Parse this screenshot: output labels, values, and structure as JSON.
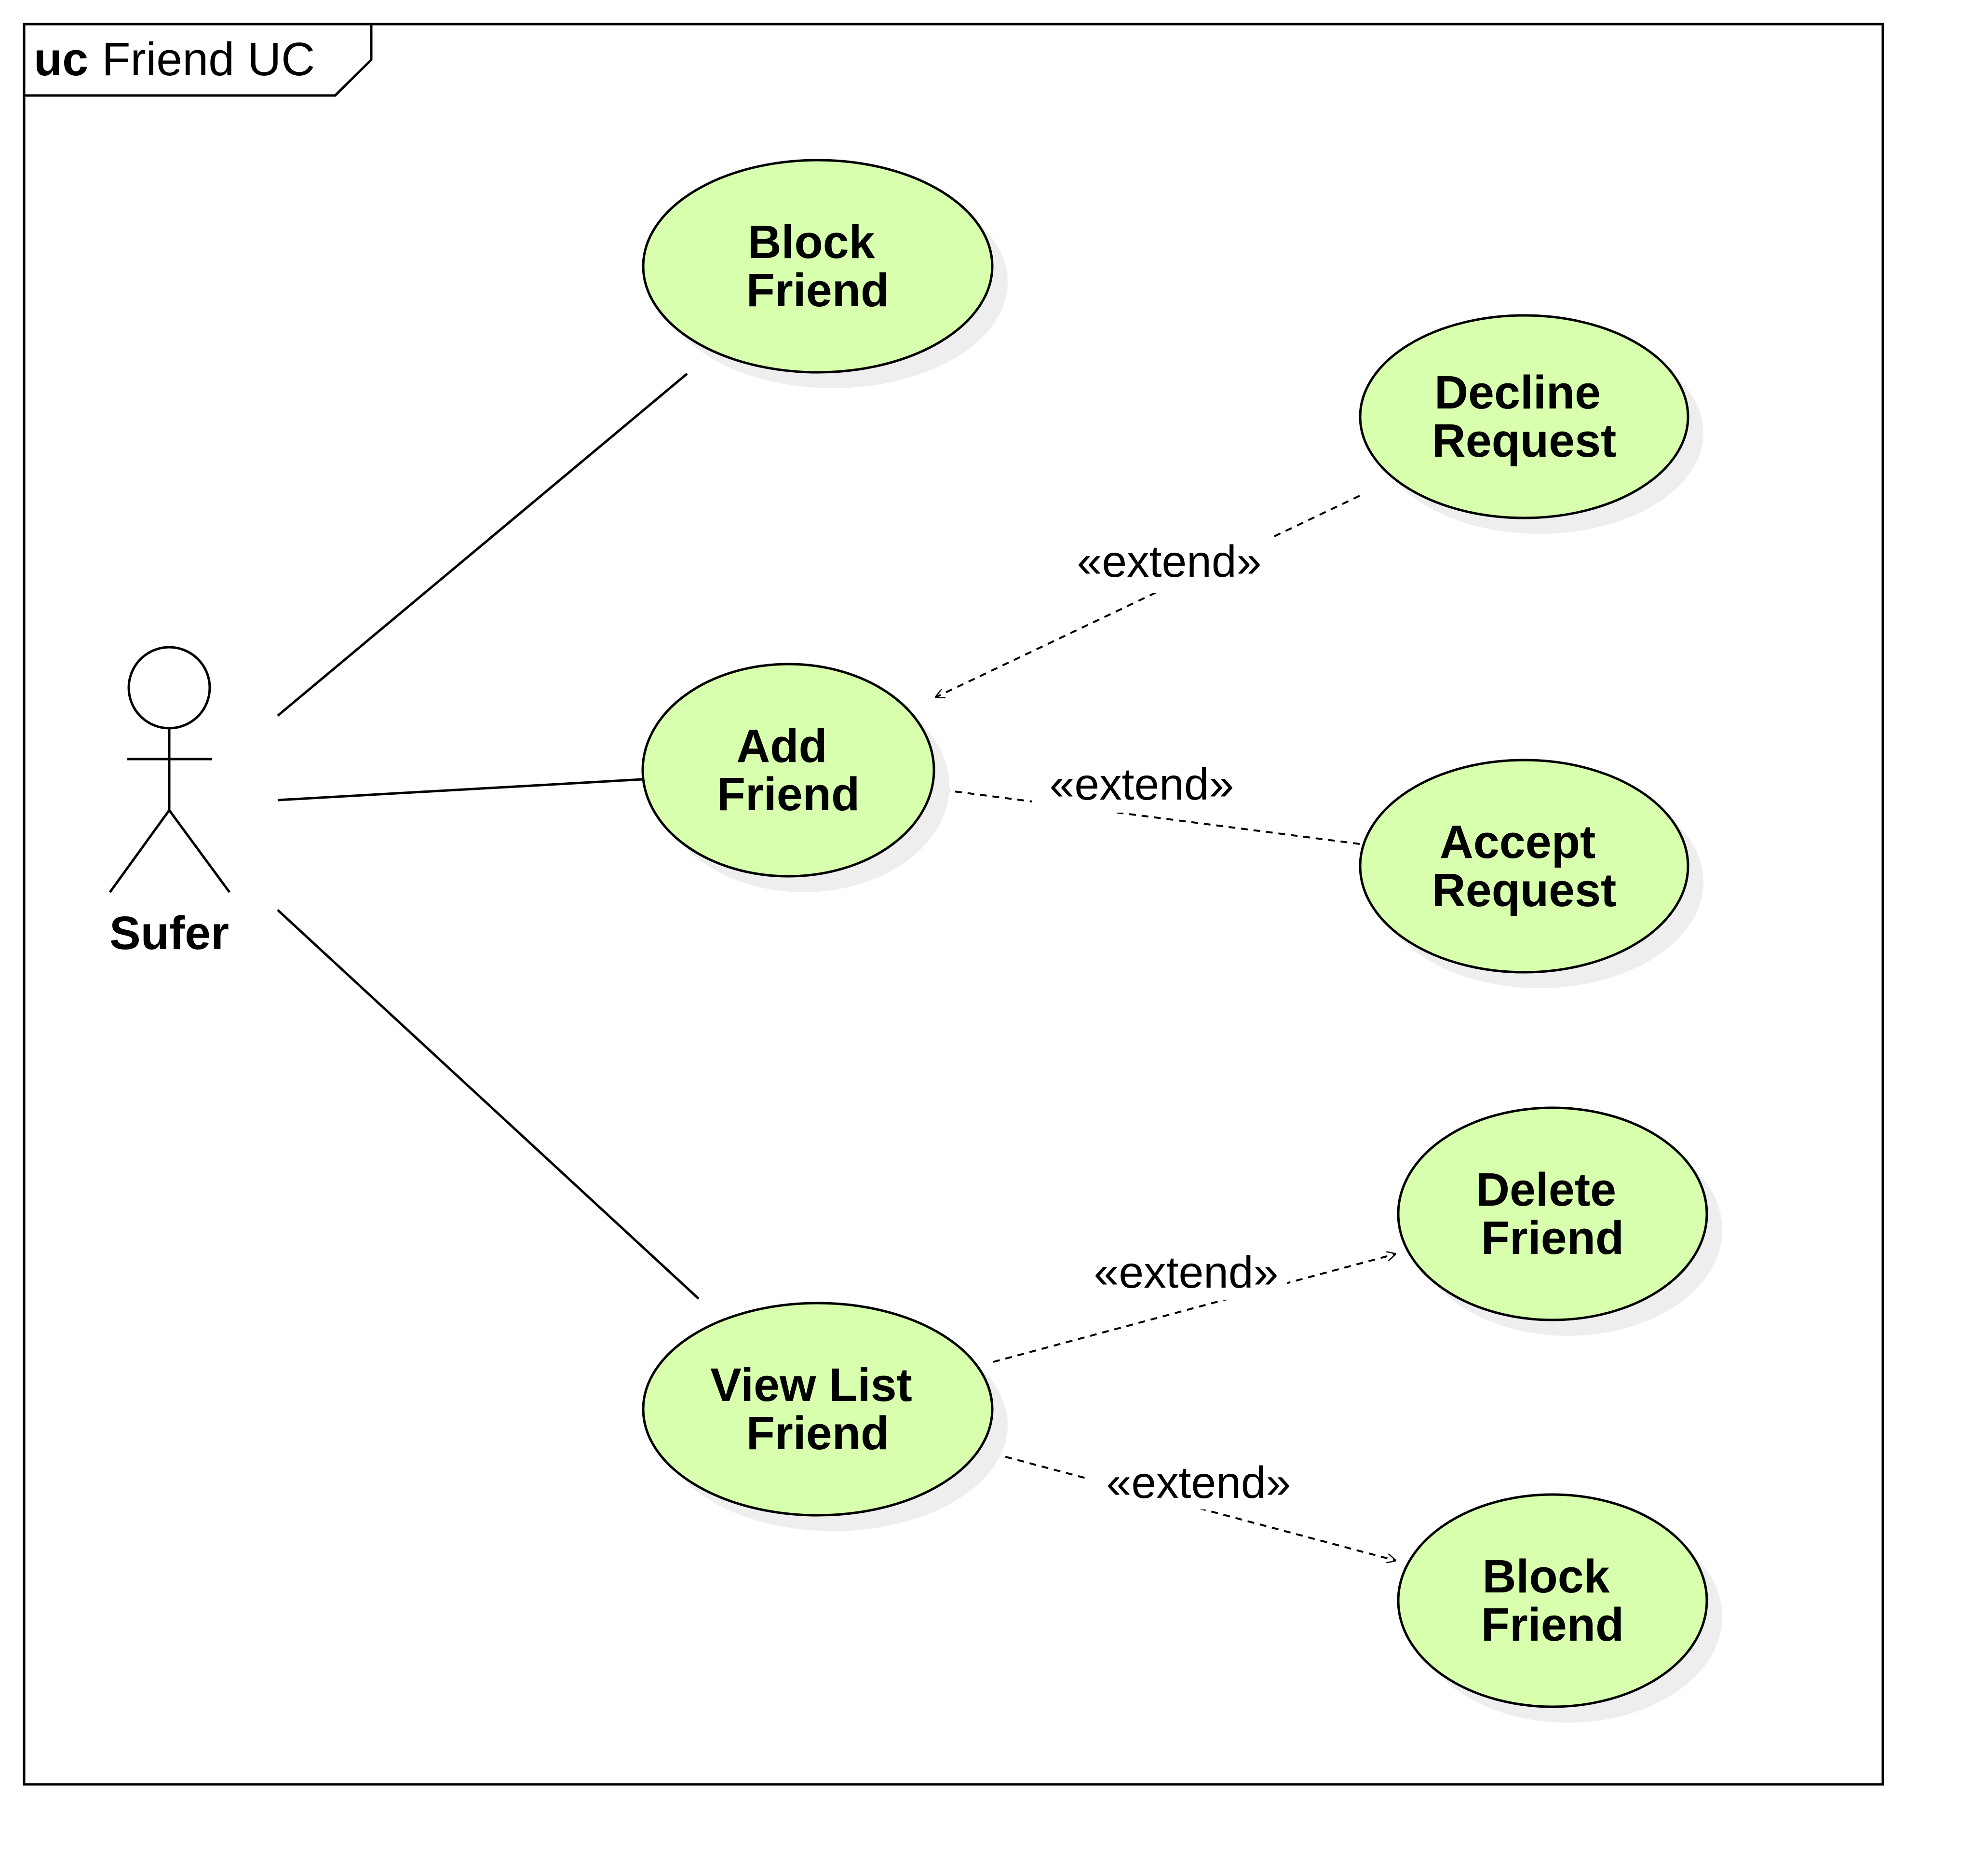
{
  "frame": {
    "keyword": "uc",
    "name": "Friend UC"
  },
  "actor": {
    "name": "Sufer"
  },
  "use_cases": {
    "block_friend_top": [
      "Block",
      "Friend"
    ],
    "add_friend": [
      "Add",
      "Friend"
    ],
    "view_list_friend": [
      "View List",
      "Friend"
    ],
    "decline_request": [
      "Decline",
      "Request"
    ],
    "accept_request": [
      "Accept",
      "Request"
    ],
    "delete_friend": [
      "Delete",
      "Friend"
    ],
    "block_friend_bottom": [
      "Block",
      "Friend"
    ]
  },
  "relations": {
    "extend_decline": "«extend»",
    "extend_accept": "«extend»",
    "extend_delete": "«extend»",
    "extend_block": "«extend»"
  },
  "colors": {
    "use_case_fill": "#d7ffad",
    "line": "#000000",
    "shadow": "#eeeeee"
  }
}
